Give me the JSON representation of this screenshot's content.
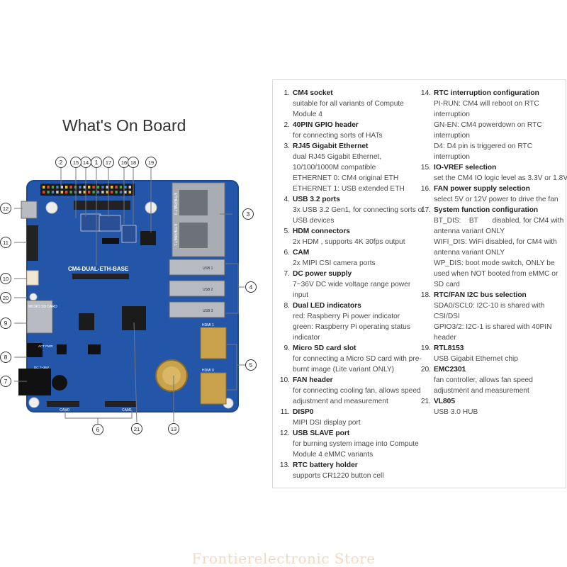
{
  "heading": "What's On Board",
  "board": {
    "silkscreen": "CM4-DUAL-ETH-BASE",
    "card_slot_label": "MICRO SD CARD",
    "led_label": "ACT PWR",
    "power_label": "DC 7~36V",
    "eth_label": "ETHERNET 0",
    "eth_label2": "ETHERNET 1",
    "hdmi0": "HDMI 0",
    "hdmi1": "HDMI 1",
    "usb1": "USB 1",
    "usb2": "USB 2",
    "usb3": "USB 3",
    "cam0": "CAM0",
    "cam1": "CAM1"
  },
  "callouts": [
    "1",
    "2",
    "3",
    "4",
    "5",
    "6",
    "7",
    "8",
    "9",
    "10",
    "11",
    "12",
    "13",
    "14",
    "15",
    "16",
    "17",
    "18",
    "19",
    "20",
    "21"
  ],
  "features_col1": [
    {
      "num": "1.",
      "title": "CM4 socket",
      "desc": [
        "suitable for all variants of Compute",
        "Module 4"
      ]
    },
    {
      "num": "2.",
      "title": "40PIN GPIO header",
      "desc": [
        "for connecting sorts of HATs"
      ]
    },
    {
      "num": "3.",
      "title": "RJ45 Gigabit Ethernet",
      "desc": [
        "dual RJ45 Gigabit Ethernet,",
        "10/100/1000M compatible",
        "ETHERNET 0: CM4 original ETH",
        "ETHERNET 1: USB extended ETH"
      ]
    },
    {
      "num": "4.",
      "title": "USB 3.2 ports",
      "desc": [
        "3x USB 3.2 Gen1, for connecting sorts of",
        "USB devices"
      ]
    },
    {
      "num": "5.",
      "title": "HDM  connectors",
      "desc": [
        "2x HDM , supports 4K 30fps output"
      ]
    },
    {
      "num": "6.",
      "title": "CAM",
      "desc": [
        "2x MIPI CSI camera ports"
      ]
    },
    {
      "num": "7.",
      "title": "DC power supply",
      "desc": [
        "7~36V DC wide voltage range power",
        "input"
      ]
    },
    {
      "num": "8.",
      "title": "Dual LED indicators",
      "desc": [
        "red: Raspberry Pi power indicator",
        "green: Raspberry Pi operating status",
        "indicator"
      ]
    },
    {
      "num": "9.",
      "title": "Micro SD card slot",
      "desc": [
        "for connecting a Micro SD card with pre-",
        "burnt image (Lite variant ONLY)"
      ]
    },
    {
      "num": "10.",
      "title": "FAN header",
      "desc": [
        "for connecting cooling fan, allows speed",
        "adjustment and measurement"
      ]
    },
    {
      "num": "11.",
      "title": "DISP0",
      "desc": [
        "MIPI DSI display port"
      ]
    },
    {
      "num": "12.",
      "title": "USB SLAVE port",
      "desc": [
        "for burning system image into Compute",
        "Module 4 eMMC variants"
      ]
    },
    {
      "num": "13.",
      "title": "RTC battery holder",
      "desc": [
        "supports CR1220 button cell"
      ]
    }
  ],
  "features_col2": [
    {
      "num": "14.",
      "title": "RTC interruption configuration",
      "desc": [
        "PI-RUN: CM4 will reboot on RTC",
        "interruption",
        "GN-EN: CM4 powerdown on RTC",
        "interruption",
        "D4: D4 pin is triggered on RTC",
        "interruption"
      ]
    },
    {
      "num": "15.",
      "title": "IO-VREF selection",
      "desc": [
        "set the CM4 IO logic level as 3.3V or 1.8V"
      ]
    },
    {
      "num": "16.",
      "title": "FAN power supply selection",
      "desc": [
        "select 5V or 12V power to drive the fan"
      ]
    },
    {
      "num": "17.",
      "title": "System function configuration",
      "desc": [
        "BT_DIS:    BT       disabled, for CM4 with",
        "antenna variant ONLY",
        "WIFI_DIS: WiFi disabled, for CM4 with",
        "antenna variant ONLY",
        "WP_DIS: boot mode switch, ONLY be",
        "used when NOT booted from eMMC or",
        "SD card"
      ]
    },
    {
      "num": "18.",
      "title": "RTC/FAN I2C bus selection",
      "desc": [
        "SDA0/SCL0: I2C-10 is shared with",
        "CSI/DSI",
        "GPIO3/2: I2C-1 is shared with 40PIN",
        "header"
      ]
    },
    {
      "num": "19.",
      "title": "RTL8153",
      "desc": [
        "USB Gigabit Ethernet chip"
      ]
    },
    {
      "num": "20.",
      "title": "EMC2301",
      "desc": [
        "fan controller, allows fan speed",
        "adjustment and measurement"
      ]
    },
    {
      "num": "21.",
      "title": "VL805",
      "desc": [
        "USB 3.0 HUB"
      ]
    }
  ],
  "watermark": "Frontierelectronic Store",
  "colors": {
    "pcb": "#2356a8",
    "pcb_edge": "#1c4690",
    "text": "#444444",
    "accent": "#222222"
  }
}
